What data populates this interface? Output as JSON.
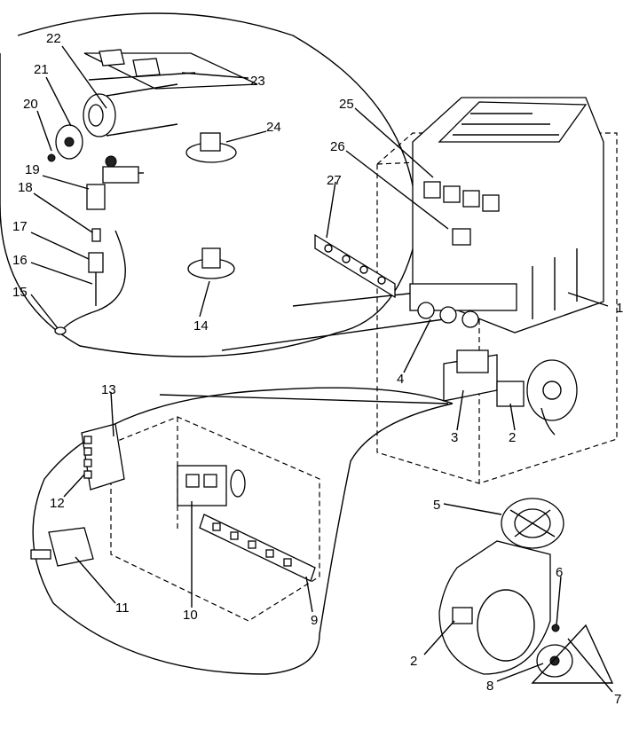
{
  "diagram": {
    "callouts": {
      "c1": "1",
      "c2a": "2",
      "c2b": "2",
      "c3": "3",
      "c4": "4",
      "c5": "5",
      "c6": "6",
      "c7": "7",
      "c8": "8",
      "c9": "9",
      "c10": "10",
      "c11": "11",
      "c12": "12",
      "c13": "13",
      "c14": "14",
      "c15": "15",
      "c16": "16",
      "c17": "17",
      "c18": "18",
      "c19": "19",
      "c20": "20",
      "c21": "21",
      "c22": "22",
      "c23": "23",
      "c24": "24",
      "c25": "25",
      "c26": "26",
      "c27": "27"
    }
  }
}
